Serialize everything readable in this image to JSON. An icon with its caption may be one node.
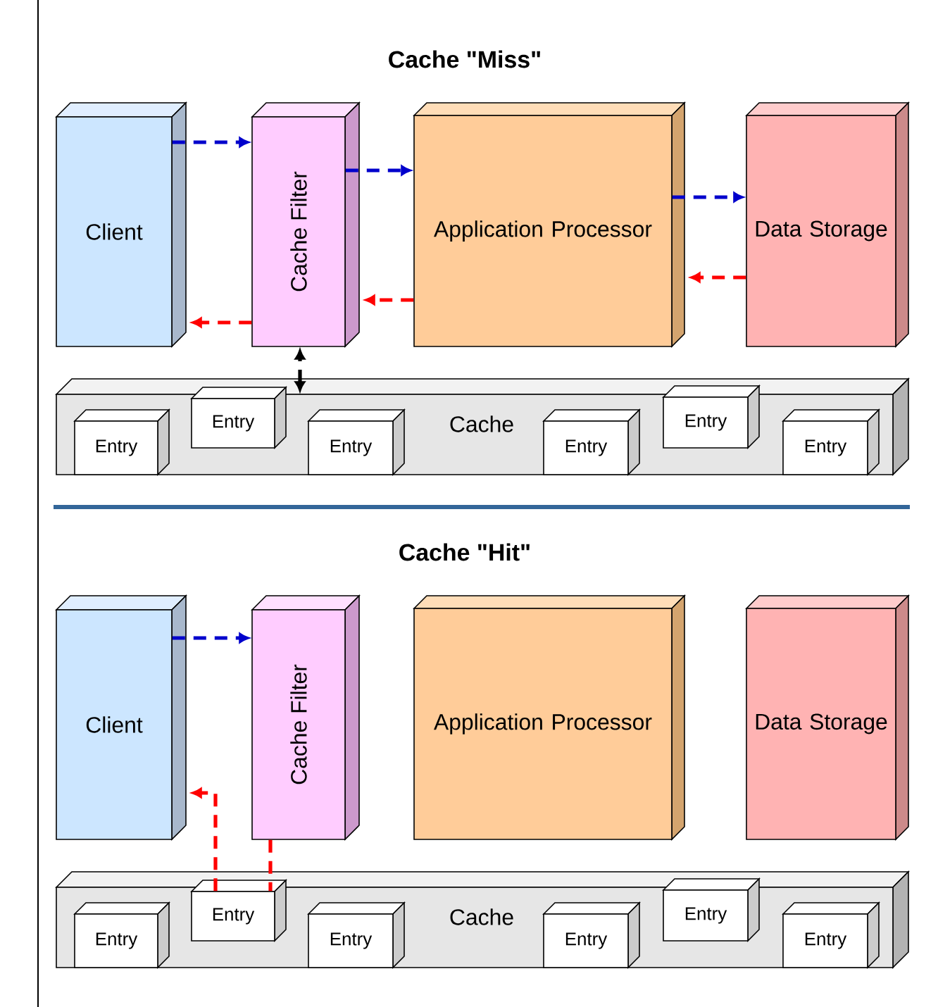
{
  "diagram": {
    "nodes": [
      {
        "text": [
          "Client"
        ]
      },
      {
        "text": [
          "Cache Filter"
        ]
      },
      {
        "text": [
          "Application Processor"
        ]
      },
      {
        "text": [
          "Data Storage"
        ]
      },
      {
        "text": [
          "Cache"
        ]
      },
      {
        "text": [
          "Entry"
        ],
        "in": 4
      },
      {
        "text": [
          "Entry"
        ],
        "in": 4
      },
      {
        "text": [
          "Entry"
        ],
        "in": 4
      },
      {
        "text": [
          "Entry"
        ],
        "in": 4
      },
      {
        "text": [
          "Entry"
        ],
        "in": 4
      },
      {
        "text": [
          "Entry"
        ],
        "in": 4
      },
      {
        "text": [
          "Client"
        ]
      },
      {
        "text": [
          "Cache Filter"
        ]
      },
      {
        "text": [
          "Application Processor"
        ]
      },
      {
        "text": [
          "Data Storage"
        ]
      },
      {
        "text": [
          "Cache"
        ]
      },
      {
        "text": [
          "Entry"
        ],
        "in": 15
      },
      {
        "text": [
          "Entry"
        ],
        "in": 15
      },
      {
        "text": [
          "Entry"
        ],
        "in": 15
      },
      {
        "text": [
          "Entry"
        ],
        "in": 15
      },
      {
        "text": [
          "Entry"
        ],
        "in": 15
      },
      {
        "text": [
          "Entry"
        ],
        "in": 15
      }
    ],
    "edges": [
      {
        "from": 0,
        "to": 1,
        "arrow": "to",
        "style": "dashed",
        "color": "#0000cc"
      },
      {
        "from": 1,
        "to": 2,
        "arrow": "to",
        "style": "dashed",
        "color": "#0000cc"
      },
      {
        "from": 2,
        "to": 3,
        "arrow": "to",
        "style": "dashed",
        "color": "#0000cc"
      },
      {
        "from": 3,
        "to": 2,
        "arrow": "to",
        "style": "dashed",
        "color": "#ff0000"
      },
      {
        "from": 2,
        "to": 1,
        "arrow": "to",
        "style": "dashed",
        "color": "#ff0000"
      },
      {
        "from": 1,
        "to": 0,
        "arrow": "to",
        "style": "dashed",
        "color": "#ff0000"
      },
      {
        "from": 4,
        "to": 1,
        "arrow": "both",
        "style": "dashed",
        "color": "#000000"
      },
      {
        "from": 11,
        "to": 12,
        "arrow": "to",
        "style": "dashed",
        "color": "#0000cc"
      },
      {
        "from": 12,
        "to": 17,
        "arrow": "none",
        "style": "dashed",
        "color": "#ff0000"
      },
      {
        "from": 17,
        "to": 11,
        "arrow": "to",
        "style": "dashed",
        "color": "#ff0000"
      }
    ],
    "labels": [
      "Cache \"Miss\"",
      "Cache \"Hit\""
    ]
  }
}
